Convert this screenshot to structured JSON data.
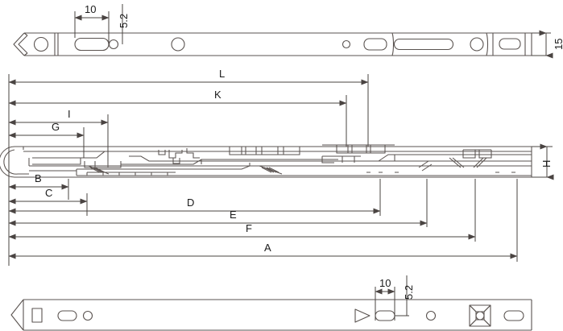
{
  "drawing": {
    "title": "Window Friction Stay Hinge Arm - Technical Drawing",
    "line_color": "#5a5350",
    "dim_color": "#4a4442",
    "text_color": "#1a1a1a",
    "background": "#ffffff",
    "views": [
      {
        "name": "top-view",
        "label": ""
      },
      {
        "name": "side-profile-view",
        "label": ""
      },
      {
        "name": "bottom-view",
        "label": ""
      }
    ]
  },
  "dimensions": {
    "top_view": [
      {
        "id": "dim-10-top",
        "label": "10",
        "orientation": "horizontal"
      },
      {
        "id": "dim-5-2-top",
        "label": "5.2",
        "orientation": "vertical"
      },
      {
        "id": "dim-15-top",
        "label": "15",
        "orientation": "vertical"
      }
    ],
    "middle_view": [
      {
        "id": "dim-L",
        "label": "L",
        "orientation": "horizontal"
      },
      {
        "id": "dim-K",
        "label": "K",
        "orientation": "horizontal"
      },
      {
        "id": "dim-I",
        "label": "I",
        "orientation": "horizontal"
      },
      {
        "id": "dim-G",
        "label": "G",
        "orientation": "horizontal"
      },
      {
        "id": "dim-B",
        "label": "B",
        "orientation": "horizontal"
      },
      {
        "id": "dim-C",
        "label": "C",
        "orientation": "horizontal"
      },
      {
        "id": "dim-D",
        "label": "D",
        "orientation": "horizontal"
      },
      {
        "id": "dim-E",
        "label": "E",
        "orientation": "horizontal"
      },
      {
        "id": "dim-F",
        "label": "F",
        "orientation": "horizontal"
      },
      {
        "id": "dim-A",
        "label": "A",
        "orientation": "horizontal"
      },
      {
        "id": "dim-H",
        "label": "H",
        "orientation": "vertical"
      }
    ],
    "bottom_view": [
      {
        "id": "dim-10-bottom",
        "label": "10",
        "orientation": "horizontal"
      },
      {
        "id": "dim-5-2-bottom",
        "label": "5.2",
        "orientation": "vertical"
      }
    ]
  }
}
